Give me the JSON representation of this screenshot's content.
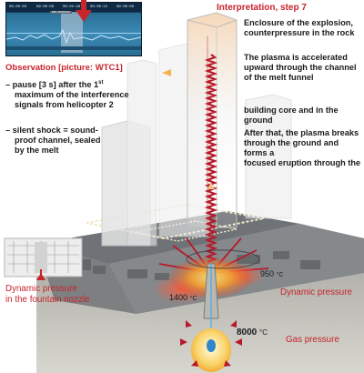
{
  "signal_strip": {
    "timestamps": [
      "09:00:03",
      "09:00:09",
      "09:02:46",
      "09:00:15",
      "09:00:08"
    ],
    "marker_label": "DRF-MASSIVE"
  },
  "observation": {
    "title": "Observation [picture: WTC1]",
    "point1_line1": "– pause [3 s] after the 1",
    "point1_sup": "st",
    "point1_line2": "maximum of the interference",
    "point1_line3": "signals from helicopter 2",
    "point2_line1": "– silent shock = sound-",
    "point2_line2": "proof channel, sealed",
    "point2_line3": "by the melt"
  },
  "interpretation": {
    "title": "Interpretation, step 7",
    "para1_line1": "Enclosure of the explosion,",
    "para1_line2": "counterpressure in the rock",
    "para2_line1": "The plasma is accelerated",
    "para2_line2": "upward through the channel",
    "para2_line3": "of the melt funnel",
    "para3_line1": "building core and in the ground",
    "para4_line1": "After that, the plasma breaks",
    "para4_line2": "through the ground and forms a",
    "para4_line3": "focused eruption through the"
  },
  "labels": {
    "nozzle_line1": "Dynamic pressure",
    "nozzle_line2": "in the fountain nozzle",
    "dynamic_pressure": "Dynamic pressure",
    "gas_pressure": "Gas pressure",
    "temp_950": "950",
    "temp_950_unit": "°C",
    "temp_1400": "1400",
    "temp_1400_unit": "°C",
    "temp_8000": "8000",
    "temp_8000_unit": "°C"
  },
  "colors": {
    "accent_red": "#c8242b",
    "text": "#1b1b1b",
    "plasma_orange": "#f08a24",
    "plasma_core": "#5aaee0"
  }
}
